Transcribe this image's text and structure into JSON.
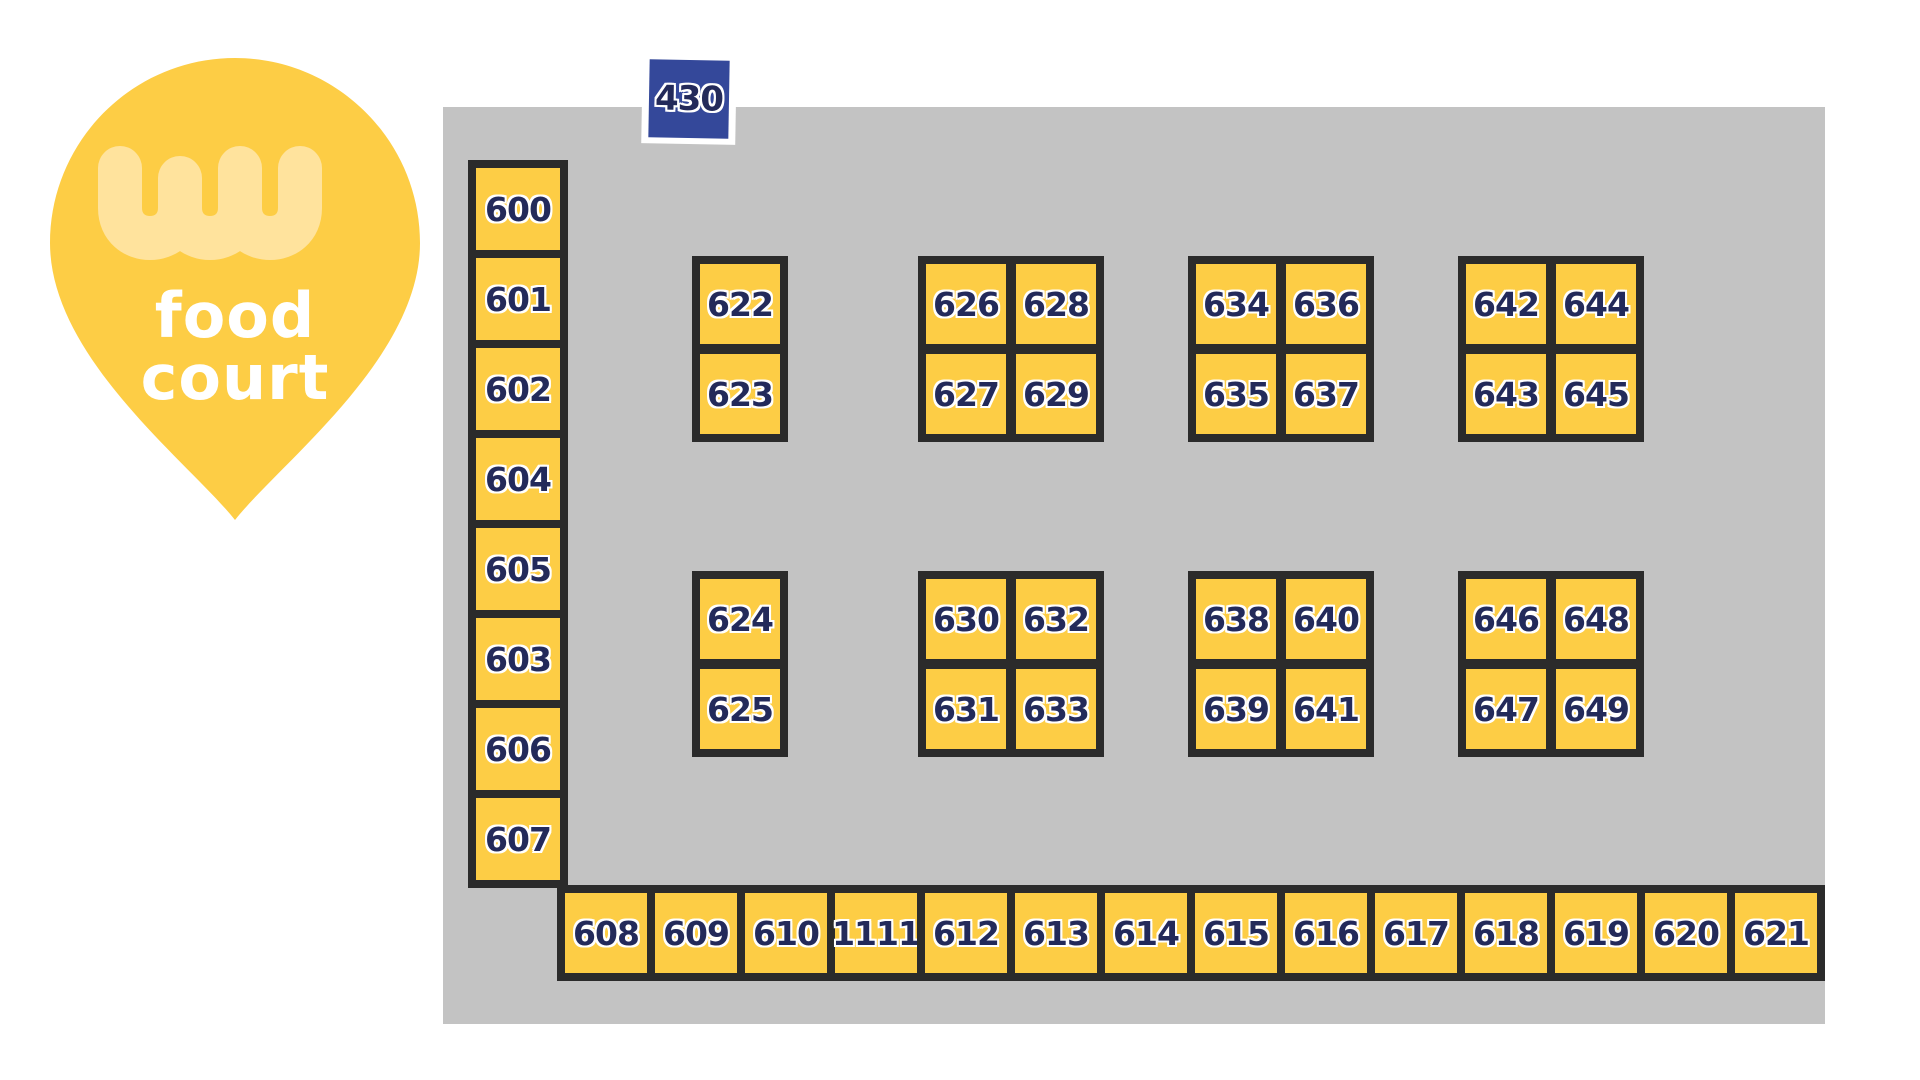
{
  "logo": {
    "mark": "ww",
    "line1": "food",
    "line2": "court",
    "color": "#fdcd45"
  },
  "special_stall": {
    "label": "430",
    "color": "#34489a"
  },
  "colors": {
    "floor": "#c3c3c3",
    "stall_fill": "#fdcd45",
    "stall_border": "#2b2b2b",
    "label": "#232a5a"
  },
  "left_column": [
    "600",
    "601",
    "602",
    "604",
    "605",
    "603",
    "606",
    "607"
  ],
  "bottom_row": [
    "608",
    "609",
    "610",
    "1111",
    "612",
    "613",
    "614",
    "615",
    "616",
    "617",
    "618",
    "619",
    "620",
    "621"
  ],
  "blocks": {
    "block_1": {
      "top": [
        "622"
      ],
      "bottom": [
        "623"
      ]
    },
    "block_2": {
      "top": [
        "626",
        "628"
      ],
      "bottom": [
        "627",
        "629"
      ]
    },
    "block_3": {
      "top": [
        "634",
        "636"
      ],
      "bottom": [
        "635",
        "637"
      ]
    },
    "block_4": {
      "top": [
        "642",
        "644"
      ],
      "bottom": [
        "643",
        "645"
      ]
    },
    "block_5": {
      "top": [
        "624"
      ],
      "bottom": [
        "625"
      ]
    },
    "block_6": {
      "top": [
        "630",
        "632"
      ],
      "bottom": [
        "631",
        "633"
      ]
    },
    "block_7": {
      "top": [
        "638",
        "640"
      ],
      "bottom": [
        "639",
        "641"
      ]
    },
    "block_8": {
      "top": [
        "646",
        "648"
      ],
      "bottom": [
        "647",
        "649"
      ]
    }
  }
}
